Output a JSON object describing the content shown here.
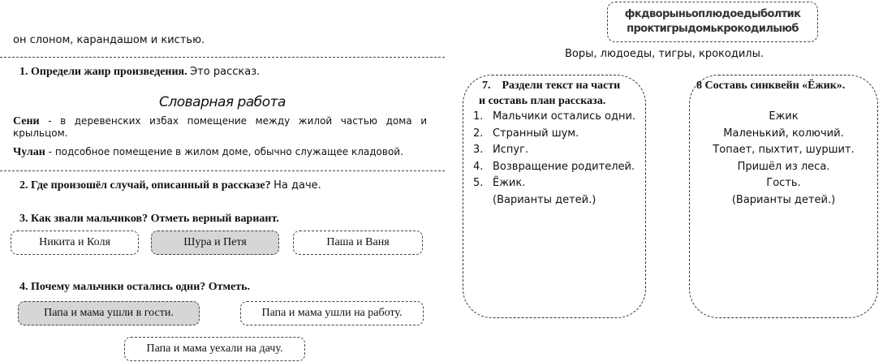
{
  "intro_line": "он слоном, карандашом и кистью.",
  "q1": {
    "label": "1. Определи жанр произведения.",
    "answer": "Это рассказ."
  },
  "vocab": {
    "title": "Словарная работа",
    "entries": [
      {
        "term": "Сени",
        "definition": " - в деревенских избах помещение между жилой частью дома и крыльцом."
      },
      {
        "term": "Чулан",
        "definition": " - подсобное помещение в жилом доме, обычно служащее кладовой."
      }
    ]
  },
  "q2": {
    "label": "2. Где произошёл случай, описанный в рассказе?",
    "answer": "На даче."
  },
  "q3": {
    "label": "3. Как звали мальчиков? Отметь верный вариант.",
    "options": [
      {
        "text": "Никита и Коля",
        "selected": false
      },
      {
        "text": "Шура и Петя",
        "selected": true
      },
      {
        "text": "Паша и Ваня",
        "selected": false
      }
    ]
  },
  "q4": {
    "label": "4. Почему мальчики остались одни? Отметь.",
    "options": [
      {
        "text": "Папа и мама ушли в гости.",
        "selected": true
      },
      {
        "text": "Папа и мама ушли на работу.",
        "selected": false
      },
      {
        "text": "Папа и мама уехали на дачу.",
        "selected": false
      }
    ]
  },
  "word_puzzle": {
    "line1": "фкдворыньоплюдоедыболтик",
    "line2": "проктигрыдомькрокодилыюб",
    "answer": "Воры, людоеды, тигры, крокодилы."
  },
  "q7": {
    "label_line1": "7.    Раздели текст на части",
    "label_line2": "и составь план рассказа.",
    "items": [
      {
        "num": "1.",
        "text": "Мальчики остались одни."
      },
      {
        "num": "2.",
        "text": "Странный шум."
      },
      {
        "num": "3.",
        "text": "Испуг."
      },
      {
        "num": "4.",
        "text": "Возвращение родителей."
      },
      {
        "num": "5.",
        "text": "Ёжик."
      }
    ],
    "note": "(Варианты детей.)"
  },
  "q8": {
    "label": "8 Составь синквейн «Ёжик».",
    "lines": [
      "Ежик",
      "Маленький, колючий.",
      "Топает, пыхтит, шуршит.",
      "Пришёл из леса.",
      "Гость.",
      "(Варианты детей.)"
    ]
  }
}
